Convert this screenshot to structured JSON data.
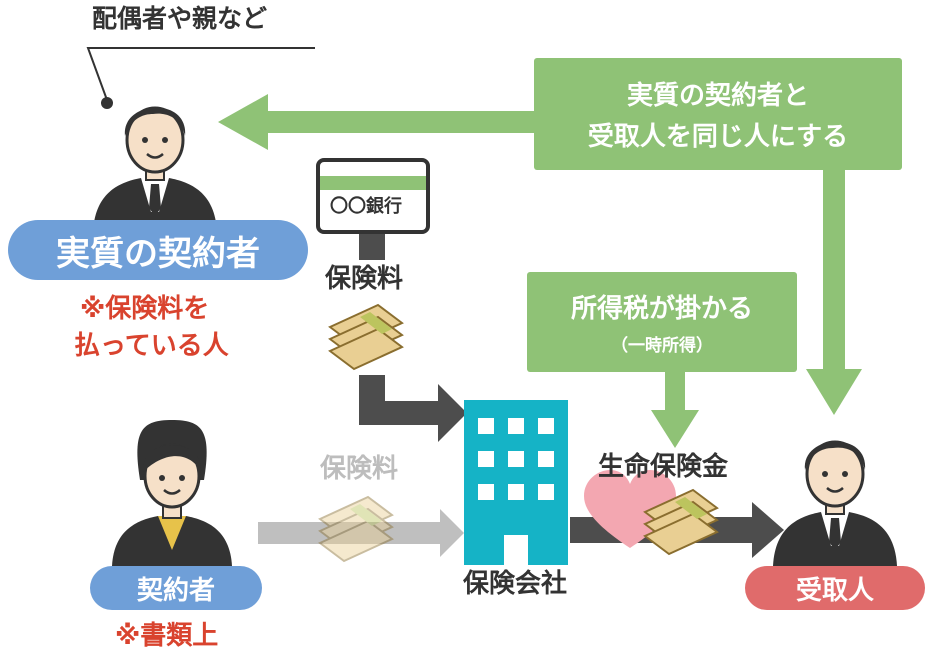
{
  "top_note": "配偶者や親など",
  "actual_contractor_label": "実質の契約者",
  "actual_contractor_note_line1": "※保険料を",
  "actual_contractor_note_line2": "払っている人",
  "bank_label": "〇〇銀行",
  "premium_label_top": "保険料",
  "premium_label_bottom": "保険料",
  "green_box_top_line1": "実質の契約者と",
  "green_box_top_line2": "受取人を同じ人にする",
  "tax_box_line1": "所得税が掛かる",
  "tax_box_line2": "（一時所得）",
  "insurance_company_label": "保険会社",
  "life_insurance_label": "生命保険金",
  "contractor_label": "契約者",
  "contractor_note": "※書類上",
  "beneficiary_label": "受取人",
  "colors": {
    "blue_pill": "#6f9fd8",
    "red_pill": "#e06b6b",
    "green_box": "#8fc276",
    "green_arrow": "#8fc276",
    "dark_arrow": "#4d4d4d",
    "gray_arrow": "#bfbfbf",
    "building": "#15b3c6",
    "note_red": "#d9432e",
    "heart": "#f3a7b1"
  }
}
